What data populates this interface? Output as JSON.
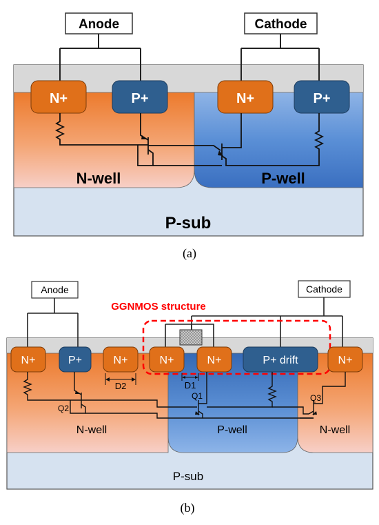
{
  "panel_a": {
    "anode_label": "Anode",
    "cathode_label": "Cathode",
    "n_plus": "N+",
    "p_plus": "P+",
    "nwell_label": "N-well",
    "pwell_label": "P-well",
    "psub_label": "P-sub",
    "caption": "(a)"
  },
  "panel_b": {
    "anode_label": "Anode",
    "cathode_label": "Cathode",
    "ggnmos_label": "GGNMOS structure",
    "n_plus": "N+",
    "p_plus": "P+",
    "p_plus_drift": "P+ drift",
    "d1_label": "D1",
    "d2_label": "D2",
    "q1_label": "Q1",
    "q2_label": "Q2",
    "q3_label": "Q3",
    "nwell_label": "N-well",
    "pwell_label": "P-well",
    "psub_label": "P-sub",
    "caption": "(b)"
  },
  "colors": {
    "n_diffusion": "#e0701a",
    "p_diffusion": "#2f5f8f",
    "nwell_top": "#f08a3c",
    "nwell_bottom": "#f6c7c0",
    "pwell_top": "#2f63ad",
    "pwell_bottom": "#7aa6e0",
    "psub": "#d4e0ef",
    "oxide": "#d9d9d9",
    "ggnmos_outline": "#ff0000"
  }
}
